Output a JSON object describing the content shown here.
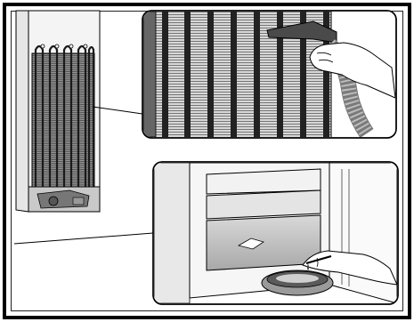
{
  "figure": {
    "panels": [
      {
        "id": "fridge-back",
        "label": ""
      },
      {
        "id": "condenser-cleaning-detail",
        "label": ""
      },
      {
        "id": "drain-tray-detail",
        "label": ""
      }
    ],
    "colors": {
      "line": "#000000",
      "coil": "#3a3a3a",
      "background": "#ffffff",
      "panel_fill": "#f0f0f0",
      "shadow": "#8a8a8a"
    }
  }
}
